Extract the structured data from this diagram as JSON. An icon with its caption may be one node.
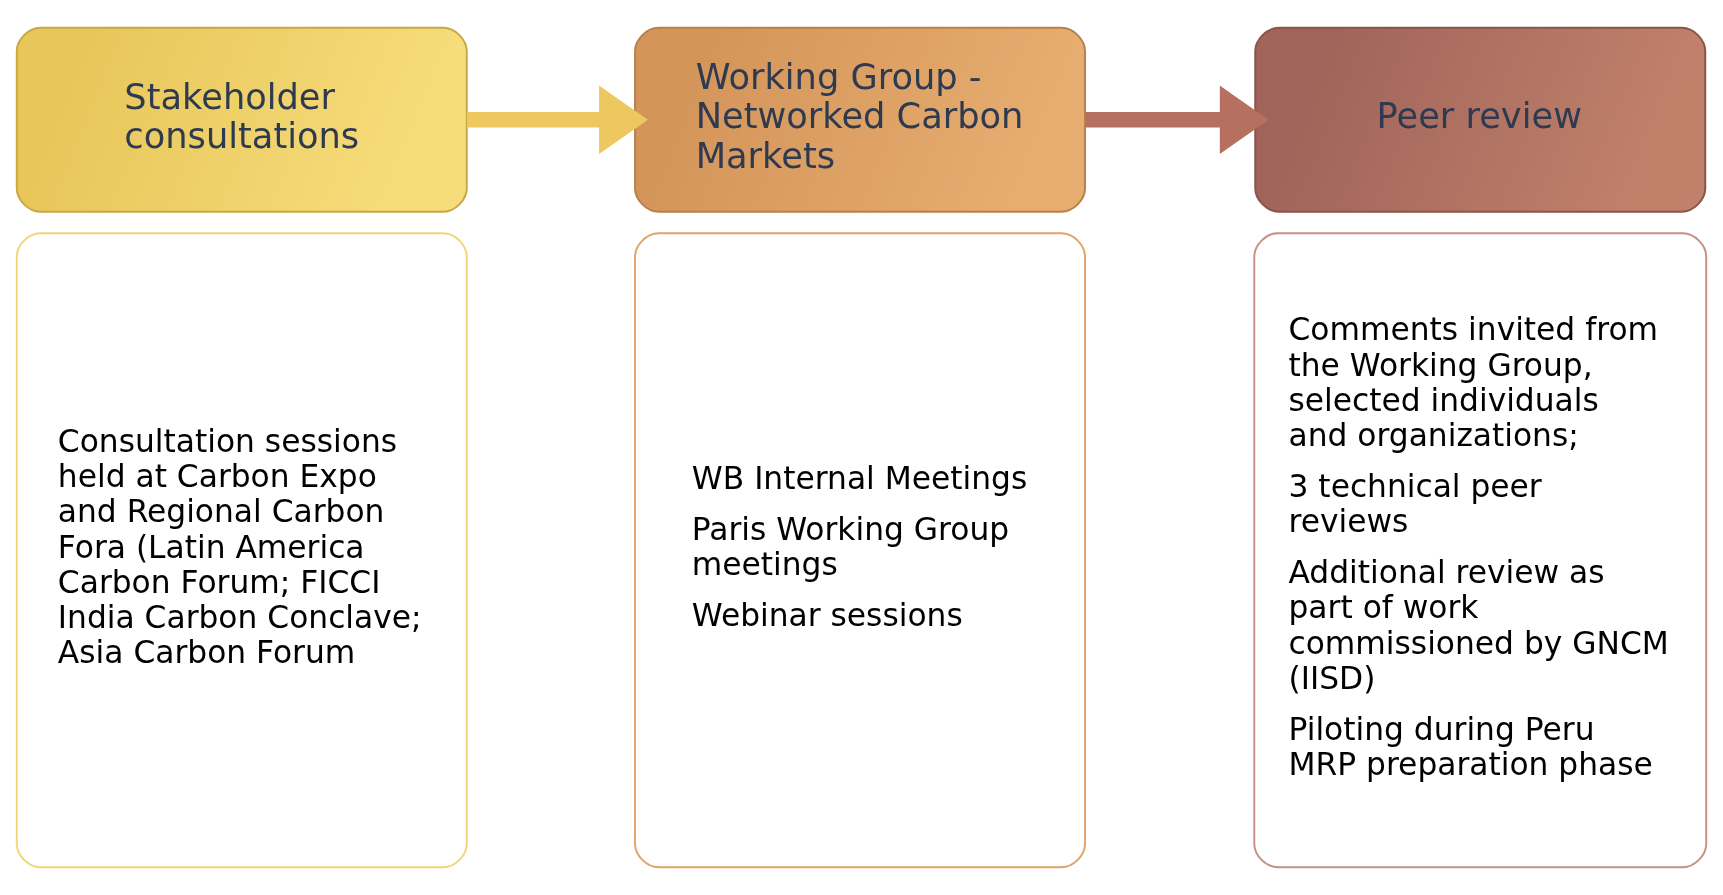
{
  "diagram": {
    "nodes": [
      {
        "text": [
          "Stakeholder consultations"
        ]
      },
      {
        "text": [
          "Consultation sessions held at Carbon Expo and Regional Carbon Fora (Latin America Carbon Forum; FICCI India Carbon Conclave; Asia Carbon Forum"
        ]
      },
      {
        "text": [
          "Working Group - Networked Carbon Markets"
        ]
      },
      {
        "text": [
          "WB Internal Meetings",
          "Paris Working Group meetings",
          "Webinar sessions"
        ]
      },
      {
        "text": [
          "Peer review"
        ]
      },
      {
        "text": [
          "Comments invited from the Working Group, selected individuals and organizations;",
          "3 technical peer reviews",
          "Additional review as part of work commissioned by GNCM (IISD)",
          "Piloting during Peru MRP preparation phase"
        ]
      }
    ],
    "edges": [
      {
        "from": 0,
        "to": 2,
        "arrow": "to",
        "color": "#ecc85e"
      },
      {
        "from": 2,
        "to": 4,
        "arrow": "to",
        "color": "#b5705f"
      }
    ]
  }
}
